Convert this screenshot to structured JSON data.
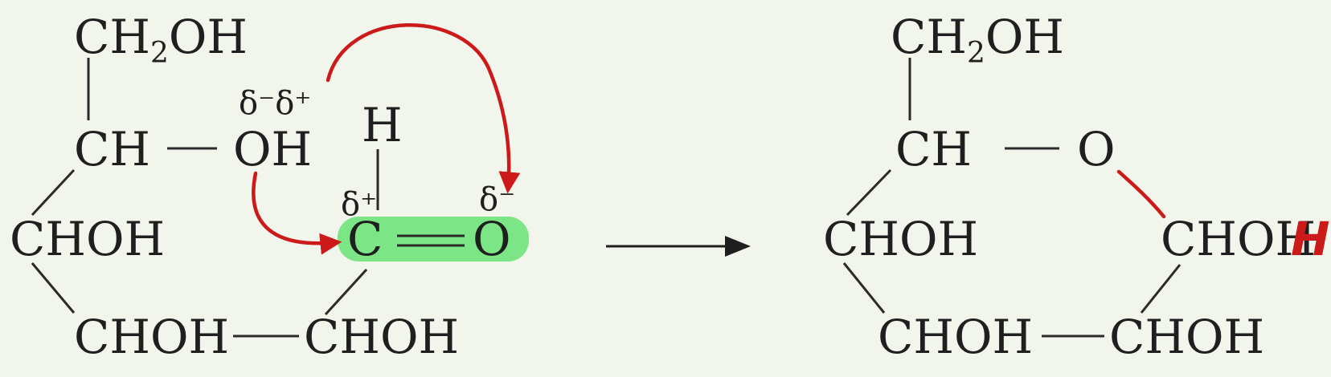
{
  "colors": {
    "background": "#f1f5ec",
    "ink": "#1f1f1f",
    "annotation_red": "#cc1a1a",
    "highlight_green": "#6fe37a"
  },
  "left": {
    "ch2oh": {
      "a": "CH",
      "sub": "2",
      "b": "OH"
    },
    "delta_pair": "δ⁻δ⁺",
    "ch": "CH",
    "oh": "OH",
    "h": "H",
    "delta_c": "δ⁺",
    "delta_o": "δ⁻",
    "chohs": [
      "CHOH",
      "CHOH",
      "CHOH"
    ],
    "c": "C",
    "o": "O"
  },
  "right": {
    "ch2oh": {
      "a": "CH",
      "sub": "2",
      "b": "OH"
    },
    "ch": "CH",
    "o": "O",
    "chohs": [
      "CHOH",
      "CHOH",
      "CHOH",
      "CHOH"
    ],
    "annotation_h": "H"
  },
  "icons": {
    "reaction_arrow": "arrow-right-icon",
    "curved_arrows": "curved-arrow-icon"
  }
}
